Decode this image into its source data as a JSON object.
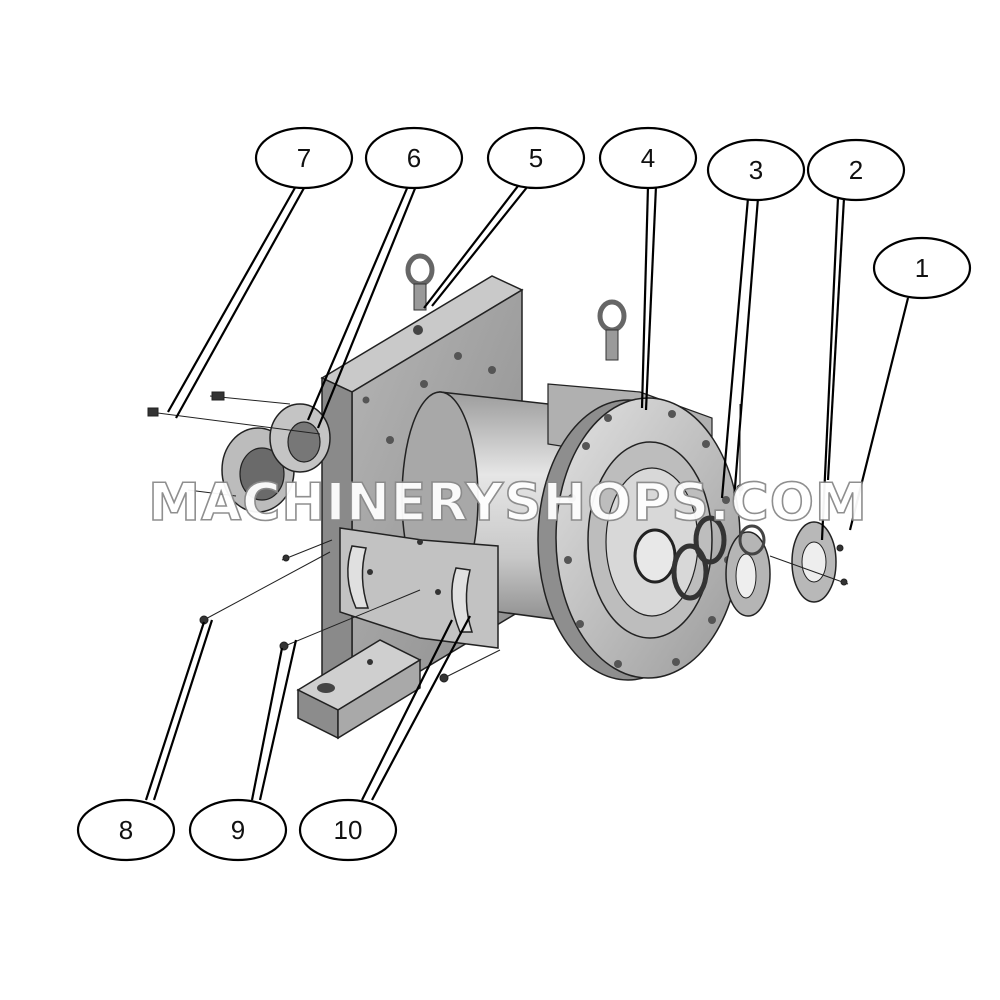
{
  "callouts": [
    "1",
    "2",
    "3",
    "4",
    "5",
    "6",
    "7",
    "8",
    "9",
    "10"
  ],
  "watermark": "MACHINERYSHOPS.COM",
  "colors": {
    "outline": "#000000",
    "metal_light": "#d4d4d4",
    "metal_mid": "#a6a6a6",
    "metal_dark": "#6e6e6e",
    "bore": "#3a3a3a"
  }
}
